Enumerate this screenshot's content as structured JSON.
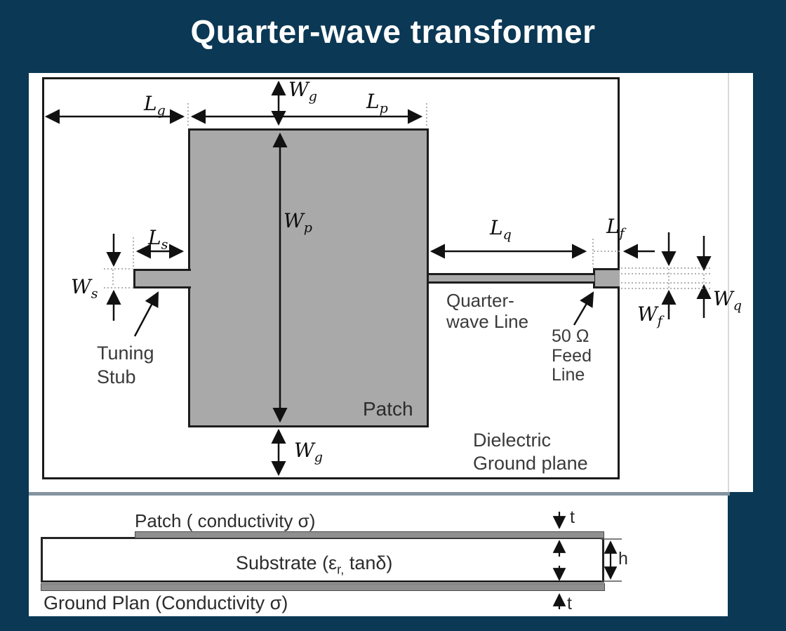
{
  "title": "Quarter-wave transformer",
  "colors": {
    "background": "#0b3854",
    "panel": "#ffffff",
    "patch_fill": "#a9a9a9",
    "metal_strip_fill": "#8f8f8f",
    "outline": "#1a1a1a",
    "scan_edge_line": "#d9d9d9"
  },
  "top_view": {
    "dims": {
      "lg": {
        "base": "L",
        "sub": "g"
      },
      "wg_top": {
        "base": "W",
        "sub": "g"
      },
      "lp": {
        "base": "L",
        "sub": "p"
      },
      "wp": {
        "base": "W",
        "sub": "p"
      },
      "ls": {
        "base": "L",
        "sub": "s"
      },
      "ws": {
        "base": "W",
        "sub": "s"
      },
      "lq": {
        "base": "L",
        "sub": "q"
      },
      "lf": {
        "base": "L",
        "sub": "f"
      },
      "wf": {
        "base": "W",
        "sub": "f"
      },
      "wq": {
        "base": "W",
        "sub": "q"
      },
      "wg_bottom": {
        "base": "W",
        "sub": "g"
      }
    },
    "labels": {
      "tuning_stub": [
        "Tuning",
        "Stub"
      ],
      "quarter_wave": [
        "Quarter-",
        "wave Line"
      ],
      "feed": [
        "50 Ω",
        "Feed",
        "Line"
      ],
      "patch": "Patch",
      "dielectric": [
        "Dielectric",
        "Ground plane"
      ]
    }
  },
  "cross_section": {
    "patch_label": "Patch ( conductivity σ)",
    "substrate_label": {
      "pre": "Substrate (ε",
      "sub": "r,",
      "post": " tanδ)"
    },
    "ground_label": "Ground Plan (Conductivity σ)",
    "t_top": "t",
    "t_bottom": "t",
    "h": "h"
  }
}
